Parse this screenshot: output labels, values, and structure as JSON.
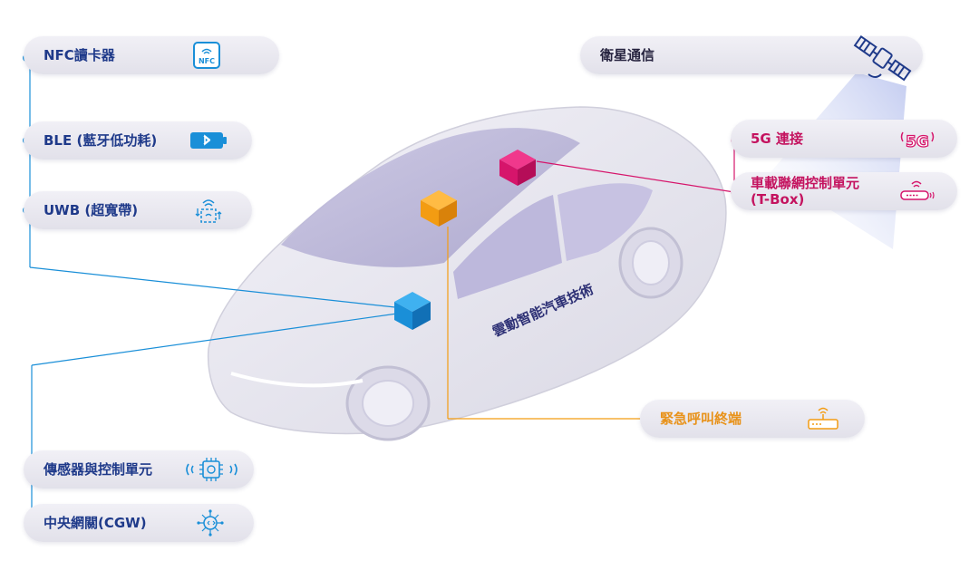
{
  "labels": {
    "nfc": "NFC讀卡器",
    "ble": "BLE (藍牙低功耗)",
    "uwb": "UWB (超寬帶)",
    "sensor": "傳感器與控制單元",
    "cgw": "中央網關(CGW)",
    "satellite": "衛星通信",
    "fiveg": "5G 連接",
    "tbox_line1": "車載聯網控制單元",
    "tbox_line2": "(T-Box)",
    "ecall": "緊急呼叫終端"
  },
  "car_text": "雲動智能汽車技術",
  "icon_text": {
    "nfc": "NFC",
    "fiveg": "5G"
  },
  "colors": {
    "blue": "#1a8fd8",
    "pink": "#d6156b",
    "orange": "#f39c12",
    "navy": "#1f3a8a"
  }
}
